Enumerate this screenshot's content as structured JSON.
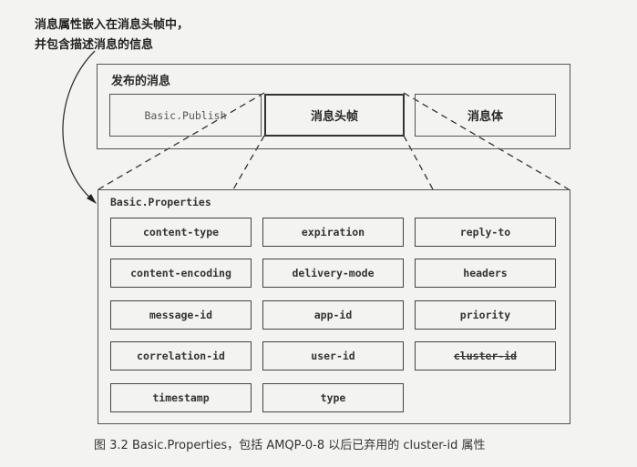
{
  "annotation": {
    "line1": "消息属性嵌入在消息头帧中，",
    "line2": "并包含描述消息的信息"
  },
  "published_message": {
    "title": "发布的消息",
    "parts": [
      "Basic.Publish",
      "消息头帧",
      "消息体"
    ]
  },
  "properties": {
    "title": "Basic.Properties",
    "rows": [
      [
        "content-type",
        "expiration",
        "reply-to"
      ],
      [
        "content-encoding",
        "delivery-mode",
        "headers"
      ],
      [
        "message-id",
        "app-id",
        "priority"
      ],
      [
        "correlation-id",
        "user-id",
        "cluster-id"
      ],
      [
        "timestamp",
        "type"
      ]
    ],
    "deprecated": "cluster-id"
  },
  "caption": "图 3.2   Basic.Properties，包括 AMQP-0-8 以后已弃用的 cluster-id 属性"
}
